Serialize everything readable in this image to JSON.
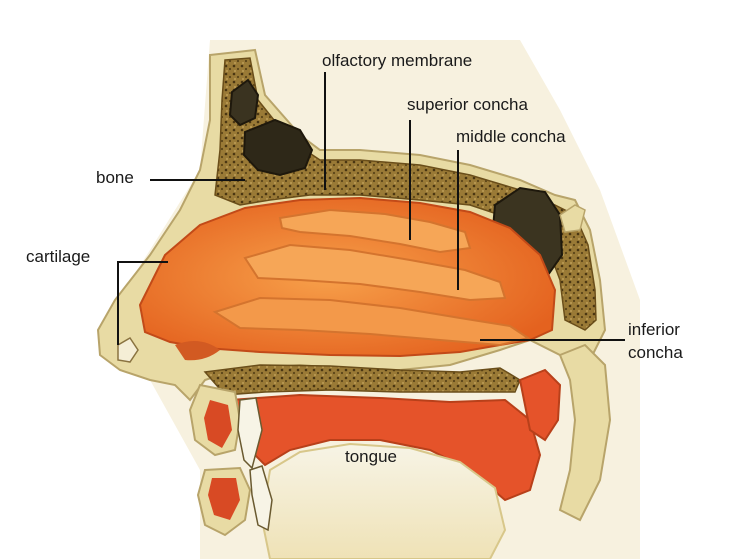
{
  "figure": {
    "labels": {
      "olfactory_membrane": "olfactory membrane",
      "superior_concha": "superior concha",
      "middle_concha": "middle concha",
      "bone": "bone",
      "cartilage": "cartilage",
      "inferior_concha_line1": "inferior",
      "inferior_concha_line2": "concha",
      "tongue": "tongue"
    },
    "colors": {
      "tissue_outline": "#e6d9a0",
      "bone": "#8a6a2c",
      "sinus": "#3a3320",
      "cavity": "#f0782a",
      "concha": "#f4a050",
      "mouth": "#e5532a",
      "background_tissue": "#f7f1df"
    }
  }
}
